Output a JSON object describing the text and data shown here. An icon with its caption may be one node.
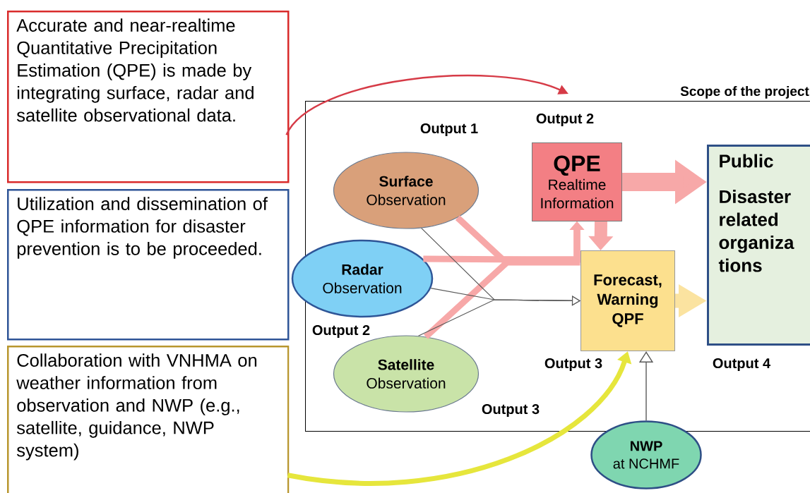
{
  "diagram": {
    "nodes": [
      {
        "text": [
          "Accurate and near-realtime Quantitative Precipitation Estimation (QPE) is made by integrating surface, radar and satellite observational data."
        ]
      },
      {
        "text": [
          "Utilization and dissemination of QPE information for disaster prevention is to be proceeded."
        ]
      },
      {
        "text": [
          "Collaboration with VNHMA on weather information from observation and NWP (e.g., satellite, guidance, NWP system)"
        ]
      },
      {
        "text": [
          "Scope of the project"
        ]
      },
      {
        "text": [
          "Surface",
          "Observation"
        ],
        "in": 3
      },
      {
        "text": [
          "Radar",
          "Observation"
        ]
      },
      {
        "text": [
          "Satellite",
          "Observation"
        ],
        "in": 3
      },
      {
        "text": [
          "QPE",
          "Realtime Information"
        ],
        "in": 3
      },
      {
        "text": [
          "Forecast, Warning QPF"
        ],
        "in": 3
      },
      {
        "text": [
          "Public",
          "Disaster related organiza tions"
        ],
        "in": 3
      },
      {
        "text": [
          "NWP",
          "at NCHMF"
        ]
      }
    ],
    "edges": [
      {
        "from": 0,
        "to": 3,
        "arrow": "to",
        "color": "#d63b47"
      },
      {
        "from": 4,
        "to": 7,
        "arrow": "to",
        "color": "#f7a8a8"
      },
      {
        "from": 5,
        "to": 7,
        "arrow": "to",
        "color": "#f7a8a8"
      },
      {
        "from": 6,
        "to": 7,
        "arrow": "to",
        "color": "#f7a8a8"
      },
      {
        "from": 4,
        "to": 8,
        "arrow": "to",
        "color": "#595959"
      },
      {
        "from": 5,
        "to": 8,
        "arrow": "to",
        "color": "#595959"
      },
      {
        "from": 6,
        "to": 8,
        "arrow": "to",
        "color": "#595959"
      },
      {
        "from": 7,
        "to": 9,
        "arrow": "to",
        "style": "thick",
        "color": "#f7a8a8"
      },
      {
        "from": 7,
        "to": 8,
        "arrow": "to",
        "style": "thick",
        "color": "#f7a8a8"
      },
      {
        "from": 8,
        "to": 9,
        "arrow": "to",
        "style": "thick",
        "color": "#fbe3a0"
      },
      {
        "from": 10,
        "to": 8,
        "arrow": "to",
        "color": "#595959"
      },
      {
        "from": 2,
        "to": 8,
        "arrow": "to",
        "color": "#e6e63c"
      }
    ],
    "labels": [
      "Output 1",
      "Output 2",
      "Output 2",
      "Output 3",
      "Output 3",
      "Output 4"
    ]
  }
}
